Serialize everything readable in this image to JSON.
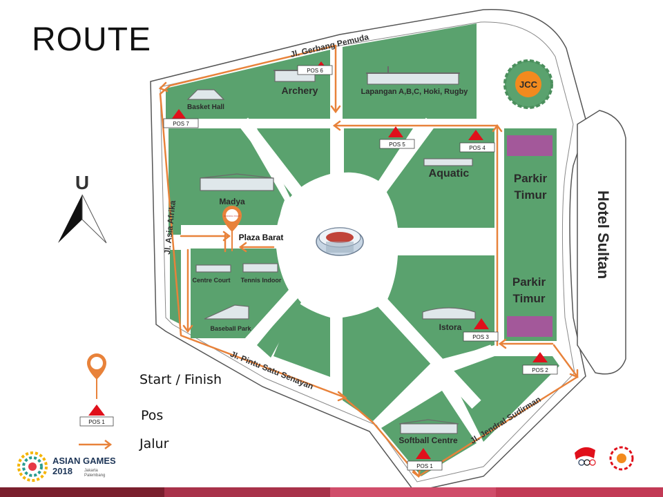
{
  "title": "ROUTE",
  "roads": {
    "north": "Jl. Gerbang Pemuda",
    "west": "Jl. Asia Afrika",
    "southwest": "Jl. Pintu Satu Senayan",
    "southeast": "Jl. Jendral Sudirman"
  },
  "venues": {
    "archery": "Archery",
    "lapangan": "Lapangan A,B,C, Hoki, Rugby",
    "jcc": "JCC",
    "basket_hall": "Basket Hall",
    "madya": "Madya",
    "aquatic": "Aquatic",
    "parkir_timur_1_line1": "Parkir",
    "parkir_timur_1_line2": "Timur",
    "parkir_timur_2_line1": "Parkir",
    "parkir_timur_2_line2": "Timur",
    "hotel": "Hotel Sultan",
    "plaza_barat": "Plaza Barat",
    "centre_court": "Centre Court",
    "tennis_indoor": "Tennis Indoor",
    "baseball_park": "Baseball Park",
    "istora": "Istora",
    "softball_centre": "Softball Centre"
  },
  "posts": {
    "pos1": "POS 1",
    "pos2": "POS 2",
    "pos3": "POS 3",
    "pos4": "POS 4",
    "pos5": "POS 5",
    "pos6": "POS 6",
    "pos7": "POS 7"
  },
  "compass": {
    "label": "U"
  },
  "legend": {
    "start_finish": "Start / Finish",
    "pos_sample": "POS 1",
    "pos": "Pos",
    "jalur": "Jalur",
    "marker_text": "RUNNING START"
  },
  "logo": {
    "line1": "ASIAN GAMES",
    "line2": "2018",
    "line3a": "Jakarta",
    "line3b": "Palembang"
  },
  "colors": {
    "grass": "#5aa26e",
    "route": "#e8823a",
    "post": "#e0101b",
    "parkir": "#a3589a",
    "footer": [
      "#7a1f2e",
      "#a8324a",
      "#d04d6a",
      "#c23a55"
    ]
  }
}
